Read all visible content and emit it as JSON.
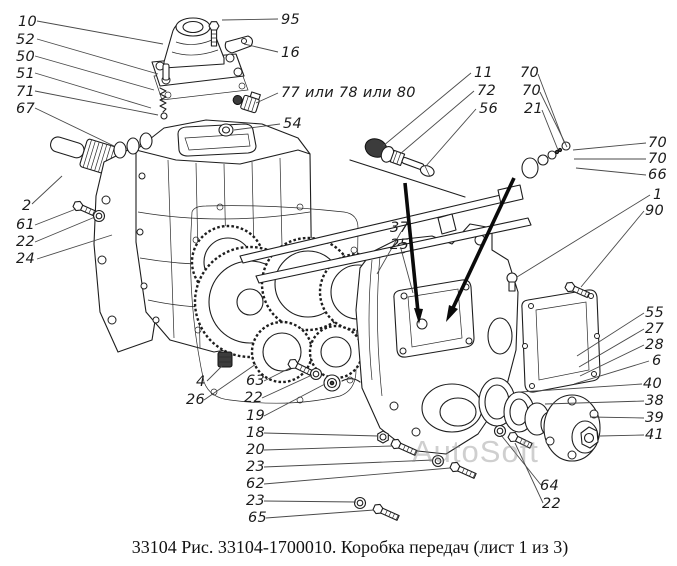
{
  "figure": {
    "caption": "33104 Рис. 33104-1700010. Коробка передач (лист 1 из 3)",
    "watermark": "AutoSoft"
  },
  "colors": {
    "background": "#ffffff",
    "line_art": "#1e1e1e",
    "label_text": "#1c1c1c",
    "watermark_gray": "#8f8f8f"
  },
  "callouts": [
    {
      "text": "10"
    },
    {
      "text": "52"
    },
    {
      "text": "50"
    },
    {
      "text": "51"
    },
    {
      "text": "71"
    },
    {
      "text": "67"
    },
    {
      "text": "2"
    },
    {
      "text": "61"
    },
    {
      "text": "22"
    },
    {
      "text": "24"
    },
    {
      "text": "95"
    },
    {
      "text": "16"
    },
    {
      "text": "77 или 78 или 80"
    },
    {
      "text": "54"
    },
    {
      "text": "11"
    },
    {
      "text": "72"
    },
    {
      "text": "56"
    },
    {
      "text": "70"
    },
    {
      "text": "70"
    },
    {
      "text": "21"
    },
    {
      "text": "70"
    },
    {
      "text": "70"
    },
    {
      "text": "66"
    },
    {
      "text": "1"
    },
    {
      "text": "90"
    },
    {
      "text": "37"
    },
    {
      "text": "25"
    },
    {
      "text": "55"
    },
    {
      "text": "27"
    },
    {
      "text": "28"
    },
    {
      "text": "6"
    },
    {
      "text": "40"
    },
    {
      "text": "38"
    },
    {
      "text": "39"
    },
    {
      "text": "41"
    },
    {
      "text": "4"
    },
    {
      "text": "26"
    },
    {
      "text": "63"
    },
    {
      "text": "22"
    },
    {
      "text": "19"
    },
    {
      "text": "18"
    },
    {
      "text": "20"
    },
    {
      "text": "23"
    },
    {
      "text": "62"
    },
    {
      "text": "23"
    },
    {
      "text": "65"
    },
    {
      "text": "64"
    },
    {
      "text": "22"
    }
  ]
}
